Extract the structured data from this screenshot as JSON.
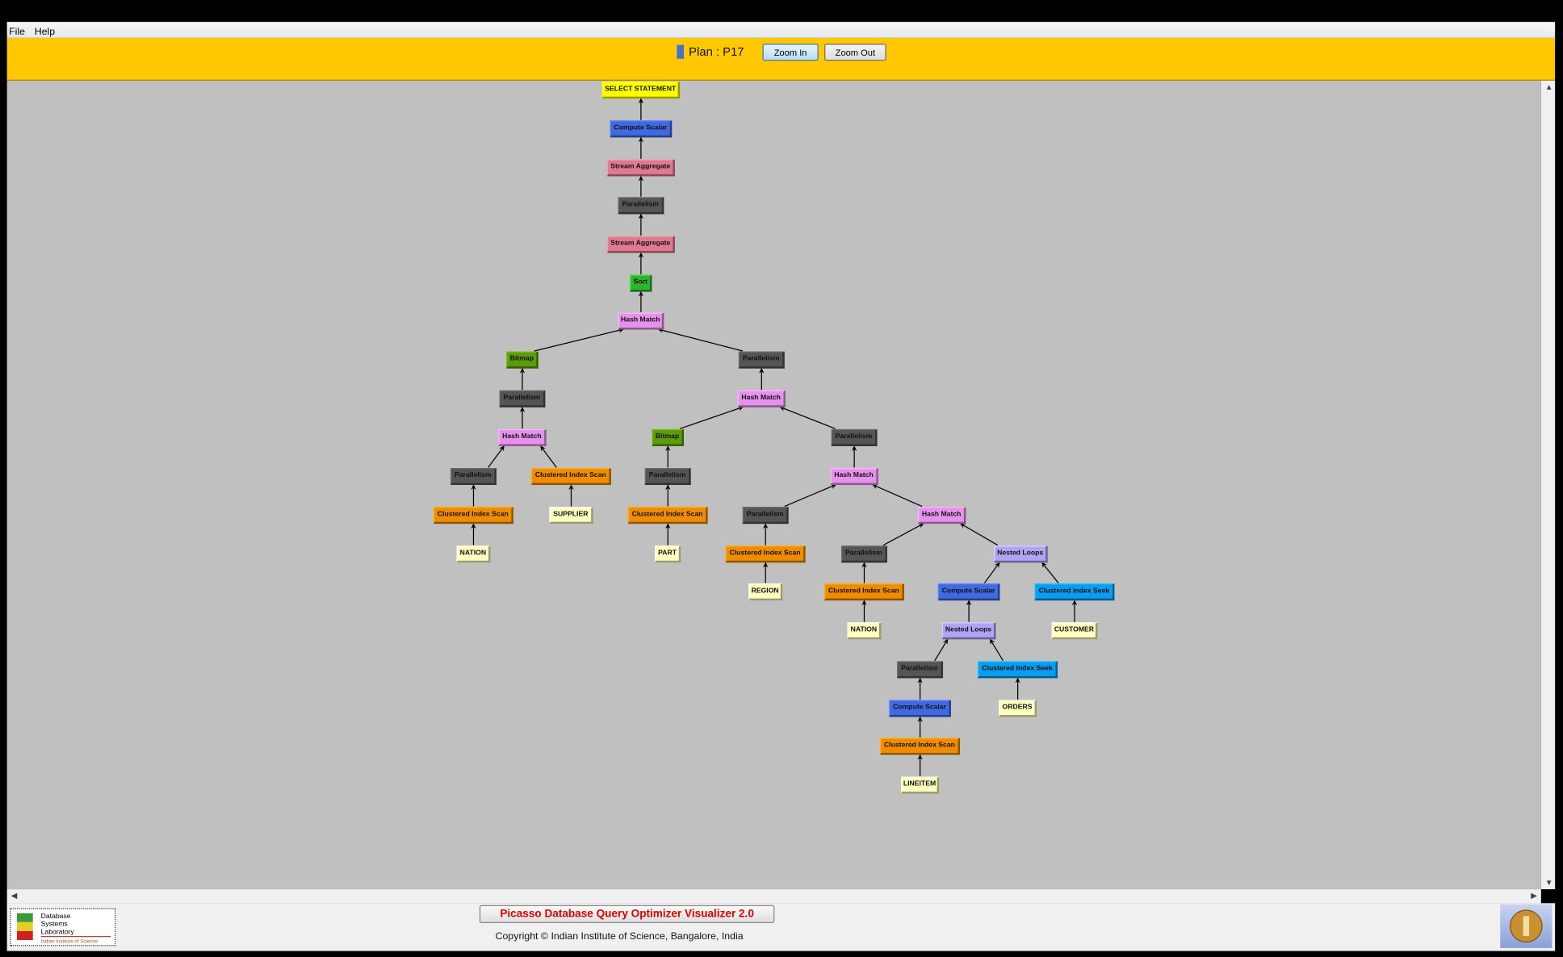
{
  "menu": {
    "items": [
      "File",
      "Help"
    ]
  },
  "toolbar": {
    "plan_label": "Plan : P17",
    "zoom_in": "Zoom In",
    "zoom_out": "Zoom Out",
    "plan_color": "#4b6fd6"
  },
  "footer": {
    "title": "Picasso Database Query Optimizer Visualizer 2.0",
    "copyright": "Copyright © Indian Institute of Science, Bangalore, India",
    "logo_text": [
      "Database",
      "Systems",
      "Laboratory",
      "Indian Institute of Science"
    ]
  },
  "colors": {
    "select": "#ffff00",
    "compute": "#4169e1",
    "stream": "#e07a90",
    "parallel": "#555555",
    "sort": "#2db52d",
    "hash": "#e692ec",
    "bitmap": "#5c9c0c",
    "cis": "#f08c00",
    "table": "#ffffc0",
    "nested": "#b0a4f4",
    "seek": "#0a9cf0"
  },
  "plan": {
    "nodes": [
      {
        "label": "SELECT STATEMENT",
        "kind": "select",
        "parent": null
      },
      {
        "label": "Compute Scalar",
        "kind": "compute",
        "parent": 0
      },
      {
        "label": "Stream Aggregate",
        "kind": "stream",
        "parent": 1
      },
      {
        "label": "Parallelism",
        "kind": "parallel",
        "parent": 2
      },
      {
        "label": "Stream Aggregate",
        "kind": "stream",
        "parent": 3
      },
      {
        "label": "Sort",
        "kind": "sort",
        "parent": 4
      },
      {
        "label": "Hash Match",
        "kind": "hash",
        "parent": 5
      },
      {
        "label": "Bitmap",
        "kind": "bitmap",
        "parent": 6
      },
      {
        "label": "Parallelism",
        "kind": "parallel",
        "parent": 6
      },
      {
        "label": "Parallelism",
        "kind": "parallel",
        "parent": 7
      },
      {
        "label": "Hash Match",
        "kind": "hash",
        "parent": 8
      },
      {
        "label": "Hash Match",
        "kind": "hash",
        "parent": 9
      },
      {
        "label": "Bitmap",
        "kind": "bitmap",
        "parent": 10
      },
      {
        "label": "Parallelism",
        "kind": "parallel",
        "parent": 10
      },
      {
        "label": "Parallelism",
        "kind": "parallel",
        "parent": 11
      },
      {
        "label": "Clustered Index Scan",
        "kind": "cis",
        "parent": 11
      },
      {
        "label": "Parallelism",
        "kind": "parallel",
        "parent": 12
      },
      {
        "label": "Hash Match",
        "kind": "hash",
        "parent": 13
      },
      {
        "label": "Clustered Index Scan",
        "kind": "cis",
        "parent": 14
      },
      {
        "label": "SUPPLIER",
        "kind": "table",
        "parent": 15
      },
      {
        "label": "Clustered Index Scan",
        "kind": "cis",
        "parent": 16
      },
      {
        "label": "Parallelism",
        "kind": "parallel",
        "parent": 17
      },
      {
        "label": "Hash Match",
        "kind": "hash",
        "parent": 17
      },
      {
        "label": "NATION",
        "kind": "table",
        "parent": 18
      },
      {
        "label": "PART",
        "kind": "table",
        "parent": 20
      },
      {
        "label": "Clustered Index Scan",
        "kind": "cis",
        "parent": 21
      },
      {
        "label": "Parallelism",
        "kind": "parallel",
        "parent": 22
      },
      {
        "label": "Nested Loops",
        "kind": "nested",
        "parent": 22
      },
      {
        "label": "REGION",
        "kind": "table",
        "parent": 25
      },
      {
        "label": "Clustered Index Scan",
        "kind": "cis",
        "parent": 26
      },
      {
        "label": "Compute Scalar",
        "kind": "compute",
        "parent": 27
      },
      {
        "label": "Clustered Index Seek",
        "kind": "seek",
        "parent": 27
      },
      {
        "label": "NATION",
        "kind": "table",
        "parent": 29
      },
      {
        "label": "Nested Loops",
        "kind": "nested",
        "parent": 30
      },
      {
        "label": "CUSTOMER",
        "kind": "table",
        "parent": 31
      },
      {
        "label": "Parallelism",
        "kind": "parallel",
        "parent": 33
      },
      {
        "label": "Clustered Index Seek",
        "kind": "seek",
        "parent": 33
      },
      {
        "label": "Compute Scalar",
        "kind": "compute",
        "parent": 35
      },
      {
        "label": "ORDERS",
        "kind": "table",
        "parent": 36
      },
      {
        "label": "Clustered Index Scan",
        "kind": "cis",
        "parent": 37
      },
      {
        "label": "LINEITEM",
        "kind": "table",
        "parent": 39
      }
    ]
  }
}
